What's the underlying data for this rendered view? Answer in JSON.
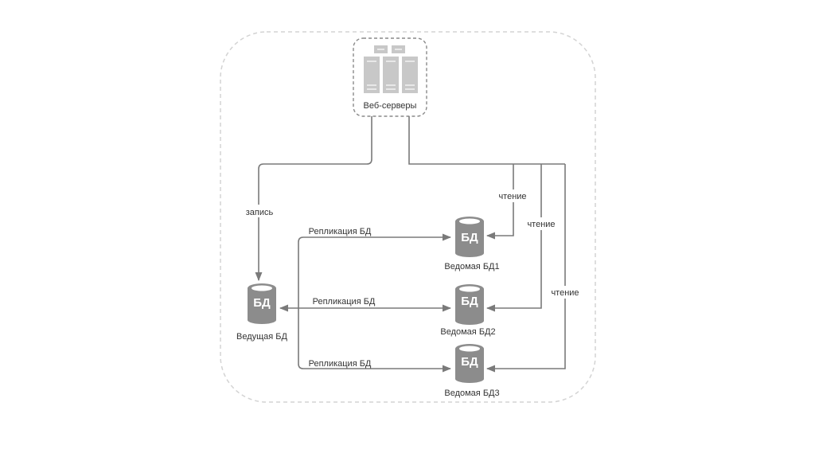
{
  "diagram": {
    "web_servers": {
      "label": "Веб-серверы",
      "icon": "server-rack-icon"
    },
    "master": {
      "label": "Ведущая БД",
      "db_text": "БД"
    },
    "slaves": [
      {
        "label": "Ведомая БД1",
        "db_text": "БД"
      },
      {
        "label": "Ведомая БД2",
        "db_text": "БД"
      },
      {
        "label": "Ведомая БД3",
        "db_text": "БД"
      }
    ],
    "edges": {
      "write_label": "запись",
      "read_labels": [
        "чтение",
        "чтение",
        "чтение"
      ],
      "replication_labels": [
        "Репликация БД",
        "Репликация БД",
        "Репликация БД"
      ]
    },
    "colors": {
      "line": "#7a7a7a",
      "db_fill": "#8c8c8c",
      "server_fill": "#c8c8c8",
      "dashed_border": "#cfcfcf"
    }
  }
}
